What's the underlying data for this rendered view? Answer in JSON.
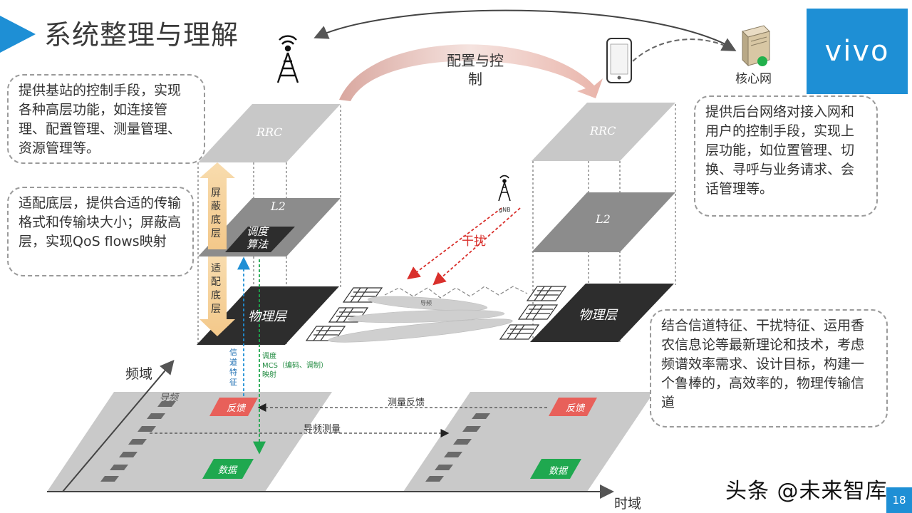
{
  "title": "系统整理与理解",
  "logo_text": "vivo",
  "page_number": "18",
  "watermark": "头条 @未来智库",
  "core_network_label": "核心网",
  "config_control_label": "配置与控\n制",
  "layers": {
    "rrc": "RRC",
    "l2": "L2",
    "scheduler": "调度\n算法",
    "phy": "物理层"
  },
  "shield_upper": "屏\n蔽\n底\n层",
  "adapt_lower": "适\n配\n底\n层",
  "interference": "干扰",
  "gnb_label": "gNB",
  "pilot_small": "导频",
  "channel_feature": "信\n道\n特\n征",
  "sched_mcs": "调度\nMCS（编码、调制）\n映射",
  "freq_axis": "频域",
  "time_axis": "时域",
  "grid": {
    "pilot": "导频",
    "feedback": "反馈",
    "data": "数据",
    "measure_feedback": "测量反馈",
    "pilot_measure": "导频测量"
  },
  "callouts": {
    "rrc_desc": "提供基站的控制手段，实现各种高层功能，如连接管理、配置管理、测量管理、资源管理等。",
    "l2_desc": "适配底层，提供合适的传输格式和传输块大小；屏蔽高层，实现QoS flows映射",
    "core_desc": "提供后台网络对接入网和用户的控制手段，实现上层功能，如位置管理、切换、寻呼与业务请求、会话管理等。",
    "phy_desc": "结合信道特征、干扰特征、运用香农信息论等最新理论和技术，考虑频谱效率需求、设计目标，构建一个鲁棒的，高效率的，物理传输信道"
  },
  "colors": {
    "brand": "#1e8fd5",
    "feedback": "#e8605a",
    "data": "#1fa84f",
    "interference": "#d9302c",
    "rrc_plane": "#c8c8c8",
    "l2_plane": "#8c8c8c",
    "phy_plane": "#2d2d2d",
    "adapt_arrow": "#f6d8a8"
  }
}
